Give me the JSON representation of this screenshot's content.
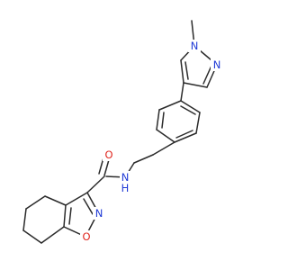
{
  "molecule": {
    "atom_labels": {
      "n1": "N",
      "n2": "N",
      "amide_n": "N",
      "amide_h": "H",
      "carbonyl_o": "O",
      "isoxazole_n": "N",
      "isoxazole_o": "O"
    }
  },
  "colors": {
    "bond": "#2b2b2b",
    "nitrogen": "#1f3ad6",
    "oxygen": "#e0271f",
    "background": "#ffffff"
  }
}
